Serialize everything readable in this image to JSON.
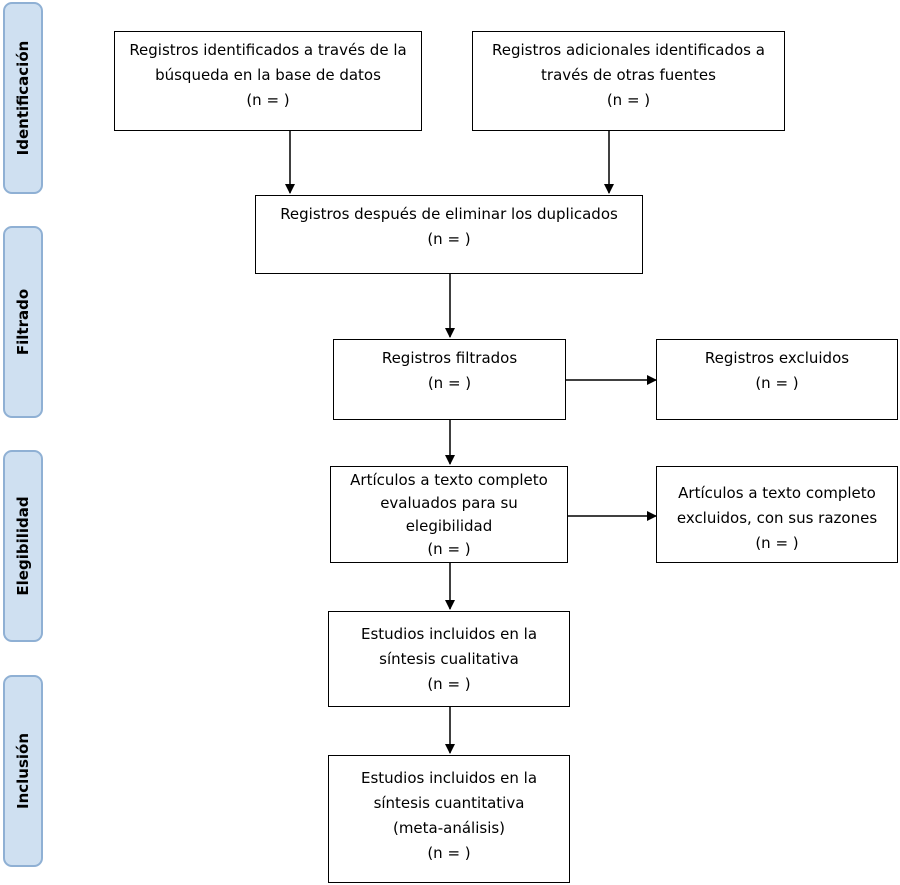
{
  "phases": {
    "identification": "Identificación",
    "screening": "Filtrado",
    "eligibility": "Elegibilidad",
    "inclusion": "Inclusión"
  },
  "boxes": {
    "database_records": {
      "line1": "Registros identificados a través de la",
      "line2": "búsqueda en la base de datos",
      "count": "(n =   )"
    },
    "other_sources_records": {
      "line1": "Registros adicionales identificados a",
      "line2": "través de otras fuentes",
      "count": "(n =   )"
    },
    "after_duplicates": {
      "line1": "Registros después de eliminar los duplicados",
      "count": "(n =   )"
    },
    "screened": {
      "line1": "Registros filtrados",
      "count": "(n =   )"
    },
    "excluded": {
      "line1": "Registros excluidos",
      "count": "(n =   )"
    },
    "fulltext_assessed": {
      "line1": "Artículos a texto completo",
      "line2": "evaluados para su",
      "line3": "elegibilidad",
      "count": "(n =   )"
    },
    "fulltext_excluded": {
      "line1": "Artículos a texto completo",
      "line2": "excluidos, con sus razones",
      "count": "(n =   )"
    },
    "qualitative": {
      "line1": "Estudios incluidos en la",
      "line2": "síntesis cualitativa",
      "count": "(n =   )"
    },
    "quantitative": {
      "line1": "Estudios incluidos en la",
      "line2": "síntesis cuantitativa",
      "line3": "(meta-análisis)",
      "count": "(n =   )"
    }
  }
}
